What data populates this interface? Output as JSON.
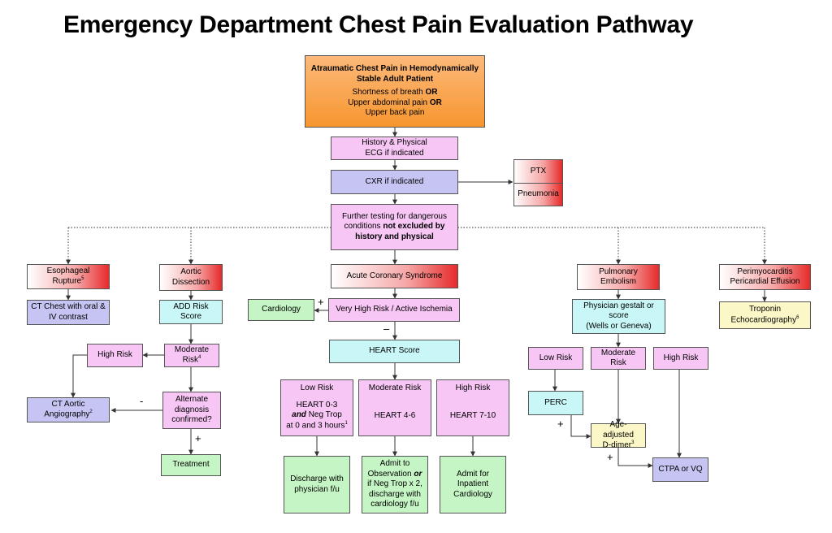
{
  "title": "Emergency Department Chest Pain Evaluation Pathway",
  "nodes": {
    "start_head": "Atraumatic Chest Pain in Hemodynamically Stable Adult Patient",
    "start_l1a": "Shortness of breath",
    "start_or": "OR",
    "start_l2a": "Upper abdominal pain",
    "start_l3": "Upper back pain",
    "hp_1": "History & Physical",
    "hp_2": "ECG if indicated",
    "cxr": "CXR if indicated",
    "ptx": "PTX",
    "pneumonia": "Pneumonia",
    "further_1": "Further testing for dangerous",
    "further_2a": "conditions",
    "further_2b": "not excluded by",
    "further_3": "history and physical",
    "esoph": "Esophageal Rupture",
    "esoph_sup": "5",
    "ct_chest_1": "CT Chest with oral &",
    "ct_chest_2": "IV contrast",
    "aortic_1": "Aortic",
    "aortic_2": "Dissection",
    "add": "ADD Risk Score",
    "mod_1": "Moderate",
    "mod_2": "Risk",
    "mod_sup": "4",
    "high_risk_ad": "High Risk",
    "alt_1": "Alternate",
    "alt_2": "diagnosis",
    "alt_3": "confirmed?",
    "cta_1": "CT Aortic",
    "cta_2": "Angiography",
    "cta_sup": "2",
    "treatment": "Treatment",
    "acs": "Acute Coronary Syndrome",
    "cardiology": "Cardiology",
    "vhr": "Very High Risk / Active Ischemia",
    "heart": "HEART Score",
    "low_title": "Low Risk",
    "low_1": "HEART 0-3",
    "low_and": "and",
    "low_2": "Neg Trop",
    "low_3": "at 0 and 3 hours",
    "low_sup": "1",
    "modr_title": "Moderate Risk",
    "modr_1": "HEART 4-6",
    "high_title": "High Risk",
    "high_1": "HEART 7-10",
    "discharge_1": "Discharge with",
    "discharge_2": "physician f/u",
    "admit_obs_1": "Admit to",
    "admit_obs_2a": "Observation",
    "admit_obs_or": "or",
    "admit_obs_3": "if Neg Trop x 2,",
    "admit_obs_4": "discharge with",
    "admit_obs_5": "cardiology f/u",
    "admit_inp_1": "Admit for",
    "admit_inp_2": "Inpatient",
    "admit_inp_3": "Cardiology",
    "pe": "Pulmonary Embolism",
    "gestalt_1": "Physician gestalt or",
    "gestalt_2": "score",
    "gestalt_3": "(Wells or Geneva)",
    "pe_low": "Low Risk",
    "pe_mod_1": "Moderate",
    "pe_mod_2": "Risk",
    "pe_high": "High Risk",
    "perc": "PERC",
    "dd_1": "Age-adjusted",
    "dd_2": "D-dimer",
    "dd_sup": "3",
    "ctpa": "CTPA or VQ",
    "peri_1": "Perimyocarditis",
    "peri_2": "Pericardial Effusion",
    "trop_1": "Troponin",
    "trop_2": "Echocardiography",
    "trop_sup": "6"
  },
  "signs": {
    "plus": "+",
    "minus": "-",
    "dash": "–"
  },
  "colors": {
    "pink": "#f7c6f5",
    "blue": "#c5c4f3",
    "cyan": "#c9f7f7",
    "green": "#c5f5c4",
    "yellow": "#fbf7c6",
    "red": "#e62a2a",
    "orange": "#f7962f"
  }
}
